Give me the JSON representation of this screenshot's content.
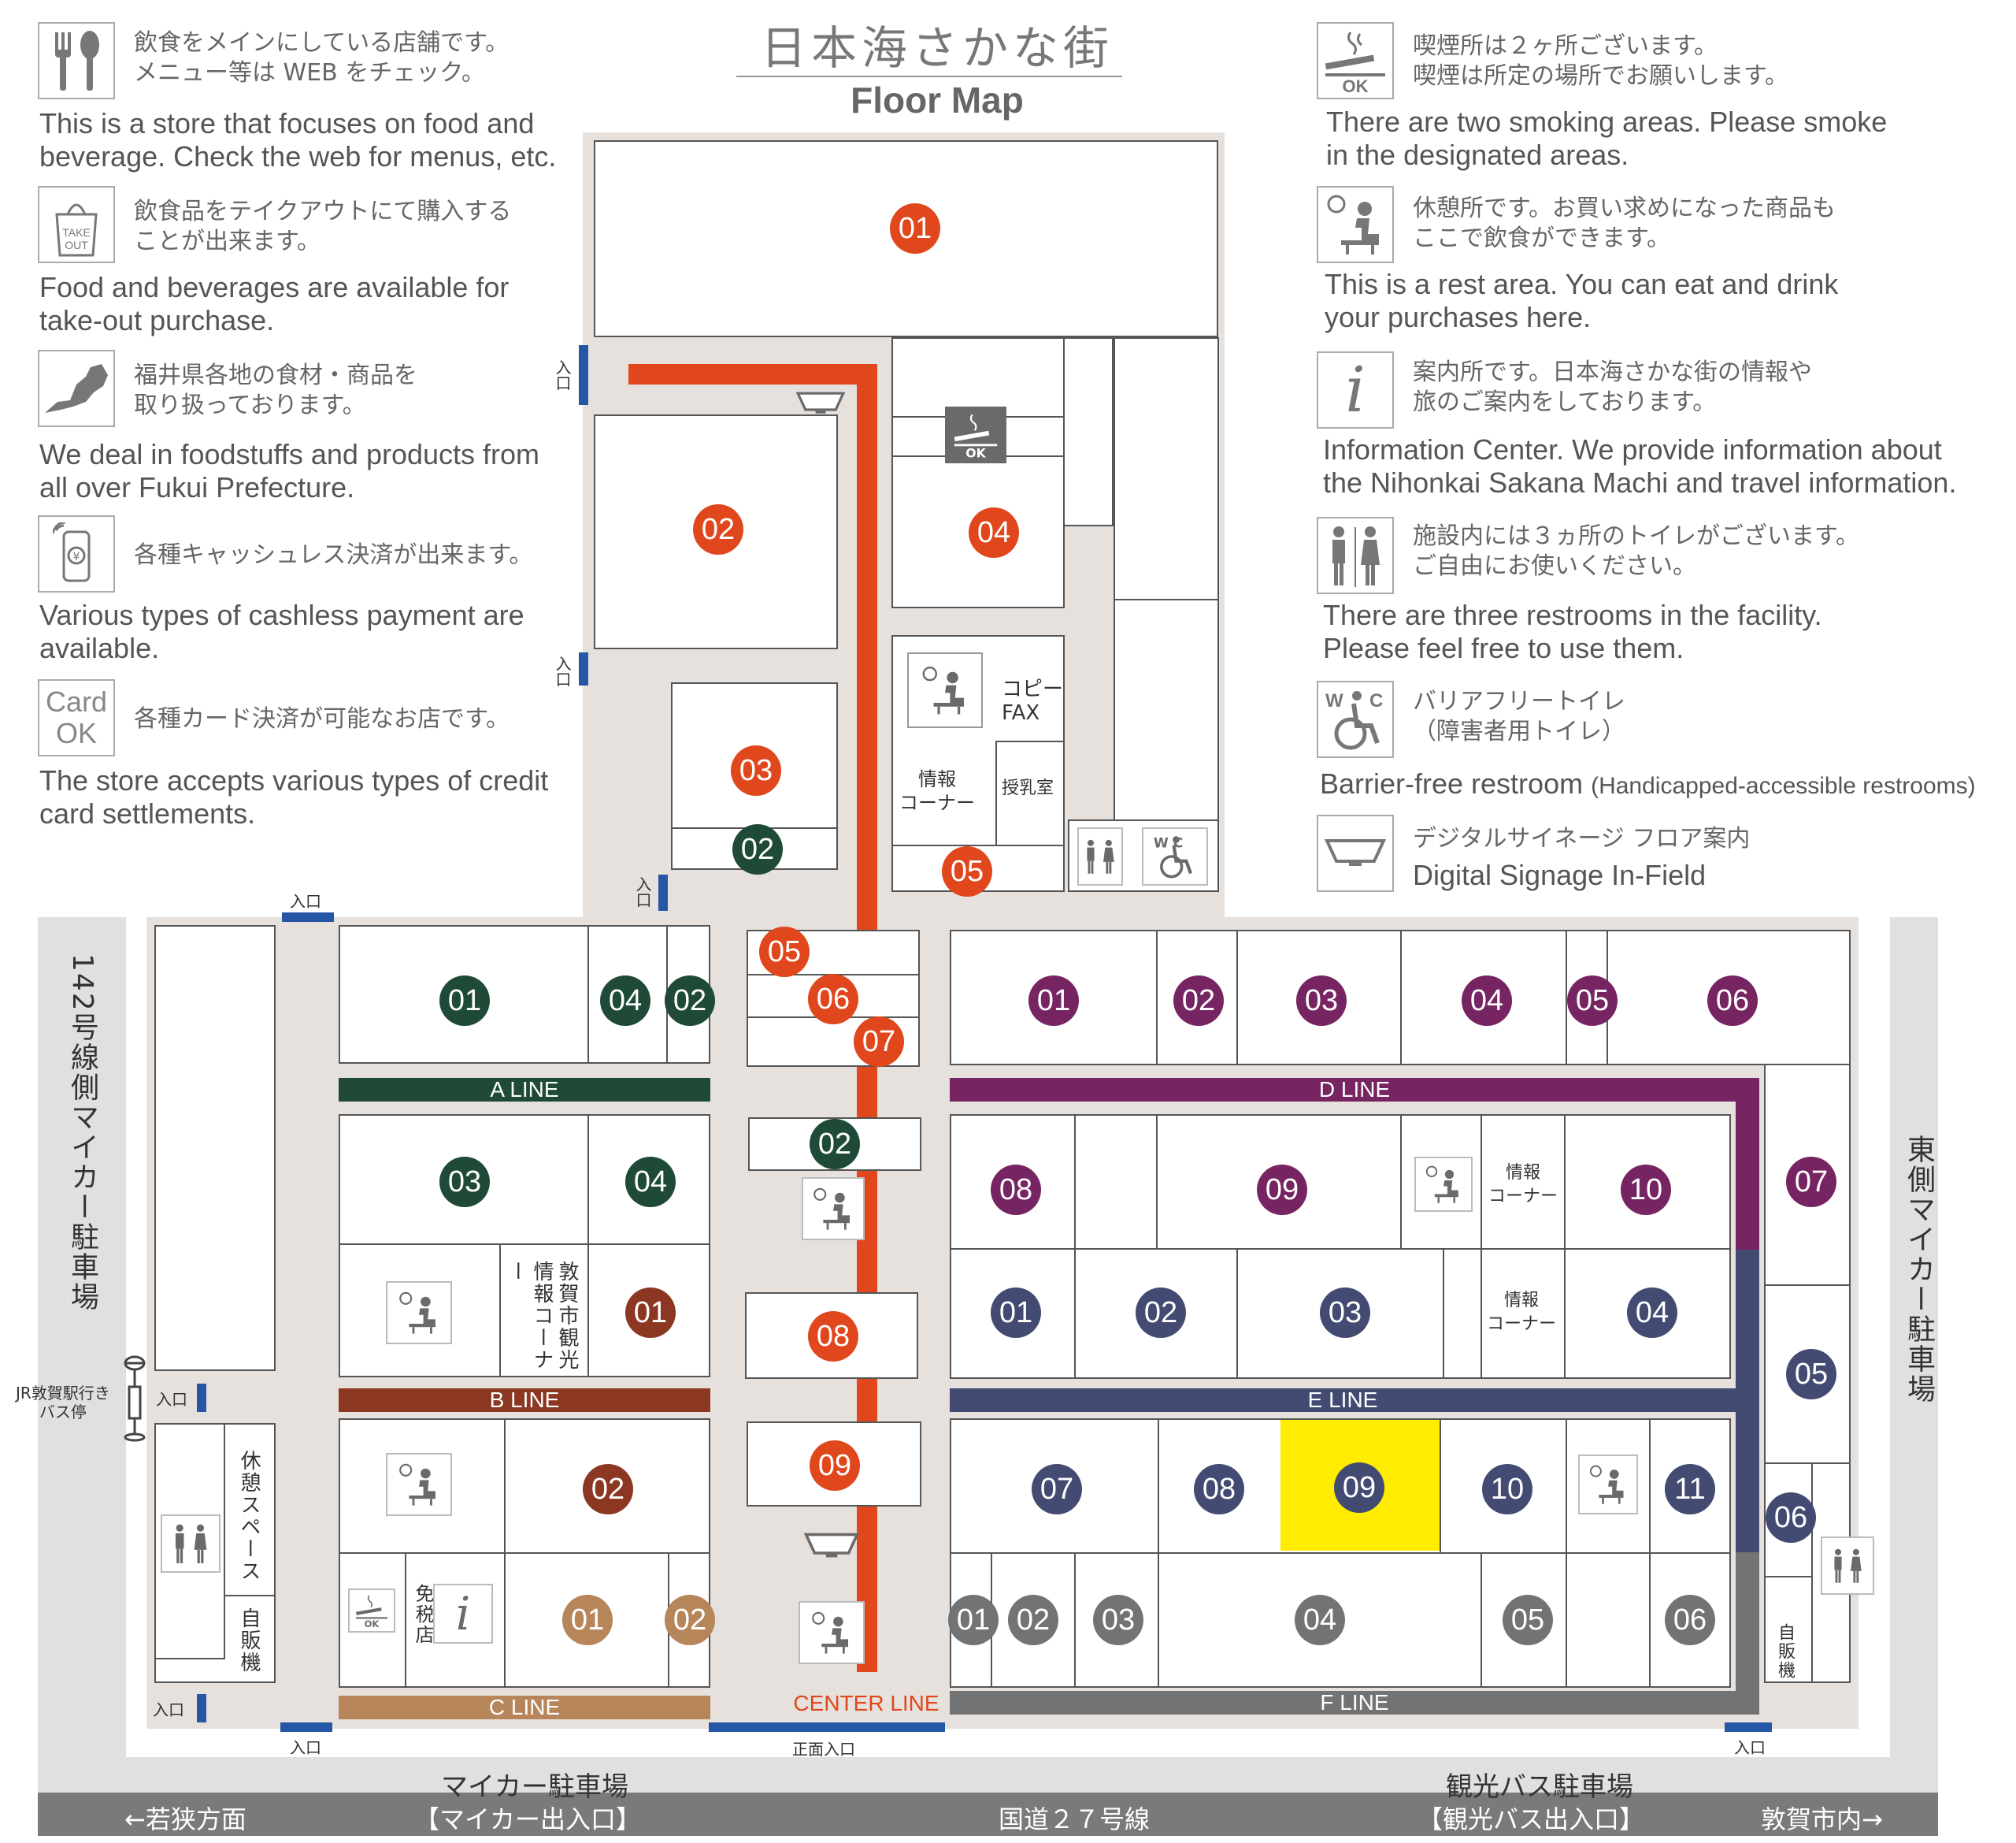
{
  "title": {
    "jp": "日本海さかな街",
    "en": "Floor Map"
  },
  "legend": {
    "food": {
      "jp": "飲食をメインにしている店舗です。\nメニュー等は WEB をチェック。",
      "en": "This is a store that focuses on food and\nbeverage. Check the web for menus, etc."
    },
    "takeout": {
      "jp": "飲食品をテイクアウトにて購入する\nことが出来ます。",
      "en": "Food and beverages are available for\ntake-out purchase.",
      "icon_text": "TAKE\nOUT"
    },
    "fukui": {
      "jp": "福井県各地の食材・商品を\n取り扱っております。",
      "en": "We deal in foodstuffs and products from\nall over Fukui Prefecture."
    },
    "cashless": {
      "jp": "各種キャッシュレス決済が出来ます。",
      "en": "Various types of cashless payment are\navailable."
    },
    "card": {
      "jp": "各種カード決済が可能なお店です。",
      "en": "The store accepts various types of credit\ncard settlements.",
      "icon_text": "Card\nOK"
    },
    "smoking": {
      "jp": "喫煙所は２ヶ所ございます。\n喫煙は所定の場所でお願いします。",
      "en": "There are two smoking areas. Please smoke\nin the designated areas.",
      "icon_text": "OK"
    },
    "rest": {
      "jp": "休憩所です。お買い求めになった商品も\nここで飲食ができます。",
      "en": "This is a rest area. You can eat and drink\nyour purchases here."
    },
    "info": {
      "jp": "案内所です。日本海さかな街の情報や\n旅のご案内をしております。",
      "en": "Information Center. We provide information about\nthe Nihonkai Sakana Machi and travel information."
    },
    "restroom": {
      "jp": "施設内には３ヵ所のトイレがございます。\nご自由にお使いください。",
      "en": "There are three restrooms in the facility.\nPlease feel free to use them."
    },
    "barrier_free": {
      "jp": "バリアフリートイレ\n（障害者用トイレ）",
      "en": "Barrier-free restroom",
      "en_small": "(Handicapped-accessible restrooms)",
      "icon_text": "W C"
    },
    "signage": {
      "jp": "デジタルサイネージ フロア案内",
      "en": "Digital Signage In-Field"
    }
  },
  "map": {
    "entrance": "入口",
    "main_entrance": "正面入口",
    "copy_fax": "コピー\nFAX",
    "info_corner": "情報\nコーナー",
    "nursing_room": "授乳室",
    "tourist_info": "敦賀市観光情報コーナー",
    "rest_space": "休憩スペース",
    "vending": "自販機",
    "duty_free": "免税店",
    "bus_stop": "JR敦賀駅行き\nバス停",
    "left_parking": "142号線側マイカー駐車場",
    "right_parking": "東側マイカー駐車場",
    "car_parking": "マイカー駐車場",
    "bus_parking": "観光バス駐車場",
    "road": {
      "west": "←若狭方面",
      "car_gate": "【マイカー出入口】",
      "route": "国道２７号線",
      "bus_gate": "【観光バス出入口】",
      "east": "敦賀市内→"
    },
    "lines": {
      "a": "A LINE",
      "b": "B LINE",
      "c": "C LINE",
      "d": "D LINE",
      "e": "E LINE",
      "f": "F LINE",
      "center": "CENTER LINE"
    },
    "colors": {
      "center": "#e0471c",
      "a": "#1e4a37",
      "b": "#8b3722",
      "c": "#b6865a",
      "d": "#772462",
      "e": "#434b72",
      "f": "#737373",
      "highlight": "#ffec00",
      "entrance": "#2657a6"
    },
    "center_stores": [
      "01",
      "02",
      "03",
      "04",
      "05",
      "02",
      "05",
      "06",
      "07",
      "02",
      "08",
      "09"
    ],
    "a_stores": [
      "01",
      "04",
      "02",
      "03",
      "04"
    ],
    "b_stores": [
      "01",
      "02"
    ],
    "c_stores": [
      "01",
      "02"
    ],
    "d_stores": [
      "01",
      "02",
      "03",
      "04",
      "05",
      "06",
      "07",
      "08",
      "09",
      "10"
    ],
    "e_stores": [
      "01",
      "02",
      "03",
      "04",
      "05",
      "06",
      "07",
      "08",
      "09",
      "10",
      "11"
    ],
    "f_stores": [
      "01",
      "02",
      "03",
      "04",
      "05",
      "06"
    ],
    "highlighted_store": "E-09"
  }
}
